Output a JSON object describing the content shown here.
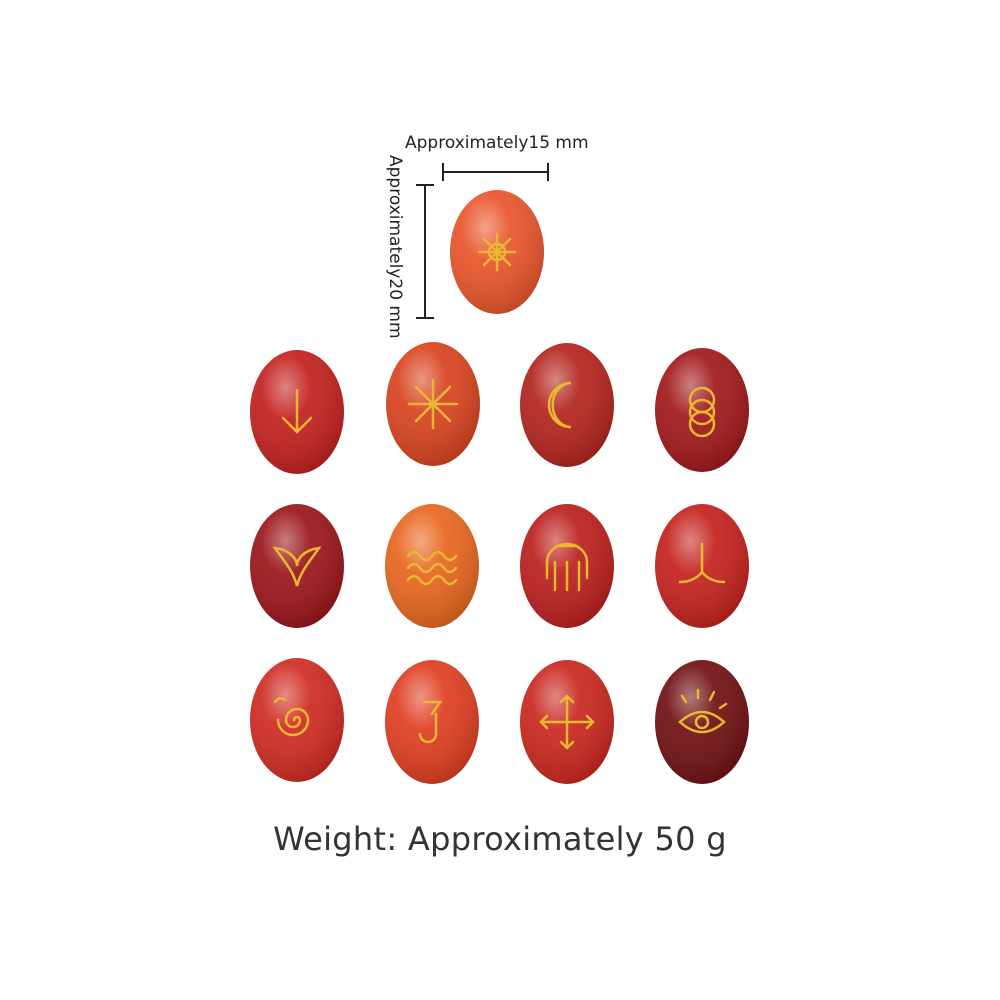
{
  "dimensions": {
    "width_label": "Approximately15 mm",
    "height_label": "Approximately20 mm"
  },
  "weight_label": "Weight: Approximately 50 g",
  "stones": [
    {
      "symbol": "sun-icon",
      "tone": "#e8542a"
    },
    {
      "symbol": "arrow-down-icon",
      "tone": "#c21f1d"
    },
    {
      "symbol": "star-burst-icon",
      "tone": "#d8421f"
    },
    {
      "symbol": "crescent-moon-icon",
      "tone": "#b3231c"
    },
    {
      "symbol": "triple-circle-icon",
      "tone": "#a0171a"
    },
    {
      "symbol": "triquetra-icon",
      "tone": "#9a141a"
    },
    {
      "symbol": "water-waves-icon",
      "tone": "#e8651e"
    },
    {
      "symbol": "spirit-arch-icon",
      "tone": "#bb1e1c"
    },
    {
      "symbol": "earth-root-icon",
      "tone": "#c4201c"
    },
    {
      "symbol": "spiral-icon",
      "tone": "#cf2a21"
    },
    {
      "symbol": "hook-icon",
      "tone": "#df3d20"
    },
    {
      "symbol": "four-arrows-icon",
      "tone": "#c9261d"
    },
    {
      "symbol": "all-seeing-eye-icon",
      "tone": "#6f0f12"
    }
  ],
  "accent_colors": {
    "engraving": "#e8b830",
    "dimension_line": "#222222"
  }
}
